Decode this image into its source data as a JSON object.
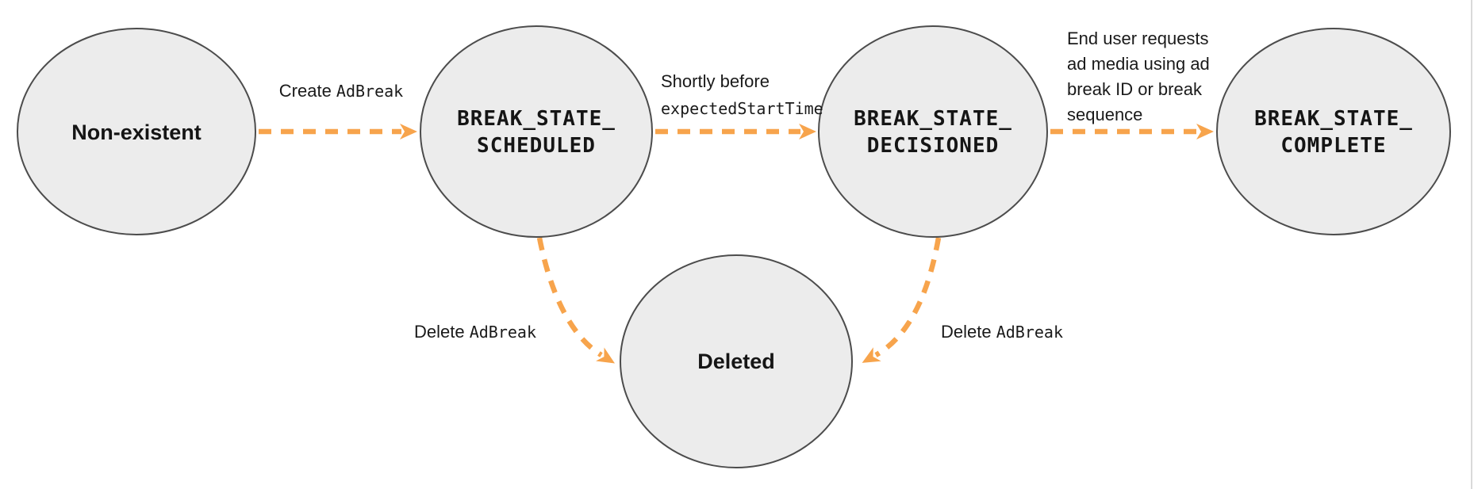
{
  "page": {
    "background": "#FFFFFF",
    "right_border_color": "#D9D9D9"
  },
  "colors": {
    "arrow_orange": "#F7A44C",
    "node_fill": "#ECECEC",
    "node_stroke": "#4C4C4C",
    "label_text": "#1A1A1A"
  },
  "states": {
    "non_existent": {
      "label": "Non-existent"
    },
    "scheduled": {
      "line1": "BREAK_STATE_",
      "line2": "SCHEDULED"
    },
    "decisioned": {
      "line1": "BREAK_STATE_",
      "line2": "DECISIONED"
    },
    "complete": {
      "line1": "BREAK_STATE_",
      "line2": "COMPLETE"
    },
    "deleted": {
      "label": "Deleted"
    }
  },
  "transitions": {
    "create_adbreak": {
      "plain": "Create ",
      "code": "AdBreak"
    },
    "before_start": {
      "line1": "Shortly before",
      "line2_code": "expectedStartTime"
    },
    "end_user_request": {
      "line1": "End user requests",
      "line2": "ad media using ad",
      "line3": "break ID or break",
      "line4": "sequence"
    },
    "delete_from_scheduled": {
      "plain": "Delete ",
      "code": "AdBreak"
    },
    "delete_from_decisioned": {
      "plain": "Delete ",
      "code": "AdBreak"
    }
  }
}
